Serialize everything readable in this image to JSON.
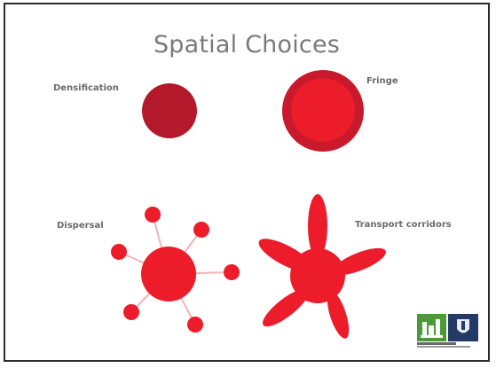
{
  "slide": {
    "title": "Spatial Choices"
  },
  "labels": {
    "densification": "Densification",
    "fringe": "Fringe",
    "dispersal": "Dispersal",
    "transport_corridors": "Transport corridors"
  },
  "colors": {
    "dark_red": "#b3192b",
    "bright_red": "#ec1c2b",
    "fringe_ring": "#c81a2c",
    "spoke": "#f2b3b8",
    "title_gray": "#7a7a7a",
    "label_gray": "#6a6a6a",
    "logo_green": "#4a9a3a",
    "logo_navy": "#233a66"
  },
  "logo": {
    "icon": "greater-cambridge-logo"
  }
}
